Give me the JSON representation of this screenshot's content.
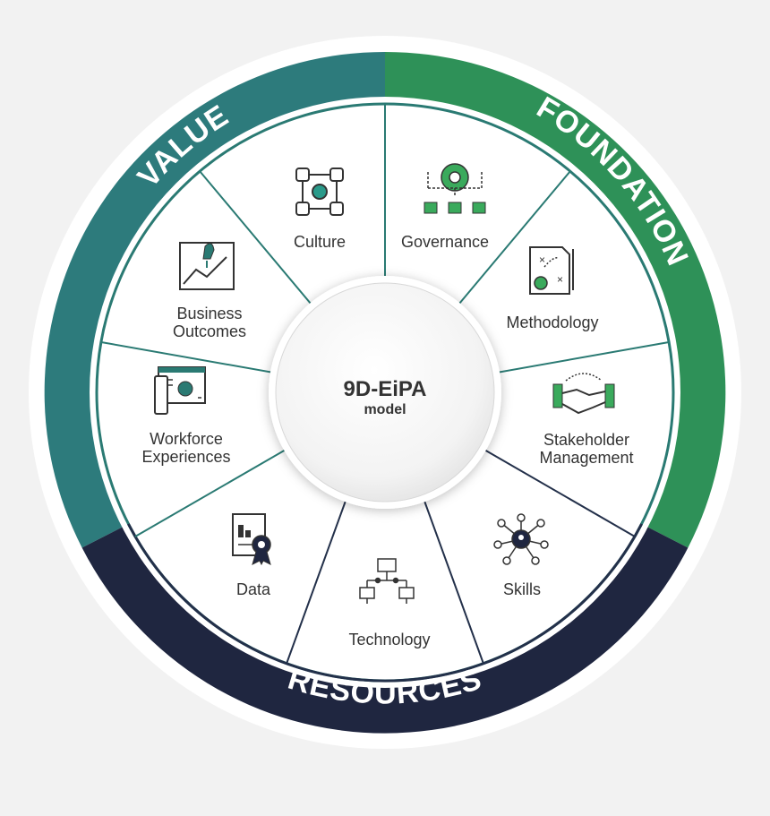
{
  "center": {
    "title": "9D-EiPA",
    "subtitle": "model"
  },
  "ring": {
    "value": "VALUE",
    "foundation": "FOUNDATION",
    "resources": "RESOURCES"
  },
  "segments": {
    "culture": {
      "label": "Culture",
      "icon": "culture-icon"
    },
    "governance": {
      "label": "Governance",
      "icon": "governance-icon"
    },
    "methodology": {
      "label": "Methodology",
      "icon": "methodology-icon"
    },
    "stakeholder": {
      "line1": "Stakeholder",
      "line2": "Management",
      "icon": "handshake-icon"
    },
    "skills": {
      "label": "Skills",
      "icon": "skills-network-icon"
    },
    "technology": {
      "label": "Technology",
      "icon": "technology-network-icon"
    },
    "data": {
      "label": "Data",
      "icon": "data-certificate-icon"
    },
    "workforce": {
      "line1": "Workforce",
      "line2": "Experiences",
      "icon": "workforce-device-icon"
    },
    "business": {
      "line1": "Business",
      "line2": "Outcomes",
      "icon": "business-rocket-icon"
    }
  },
  "colors": {
    "value": "#2d7b7c",
    "foundation": "#2e9158",
    "resources": "#1f2640",
    "divider_teal": "#2a7a73",
    "divider_navy": "#23304a",
    "icon_green": "#3aaa5c"
  }
}
